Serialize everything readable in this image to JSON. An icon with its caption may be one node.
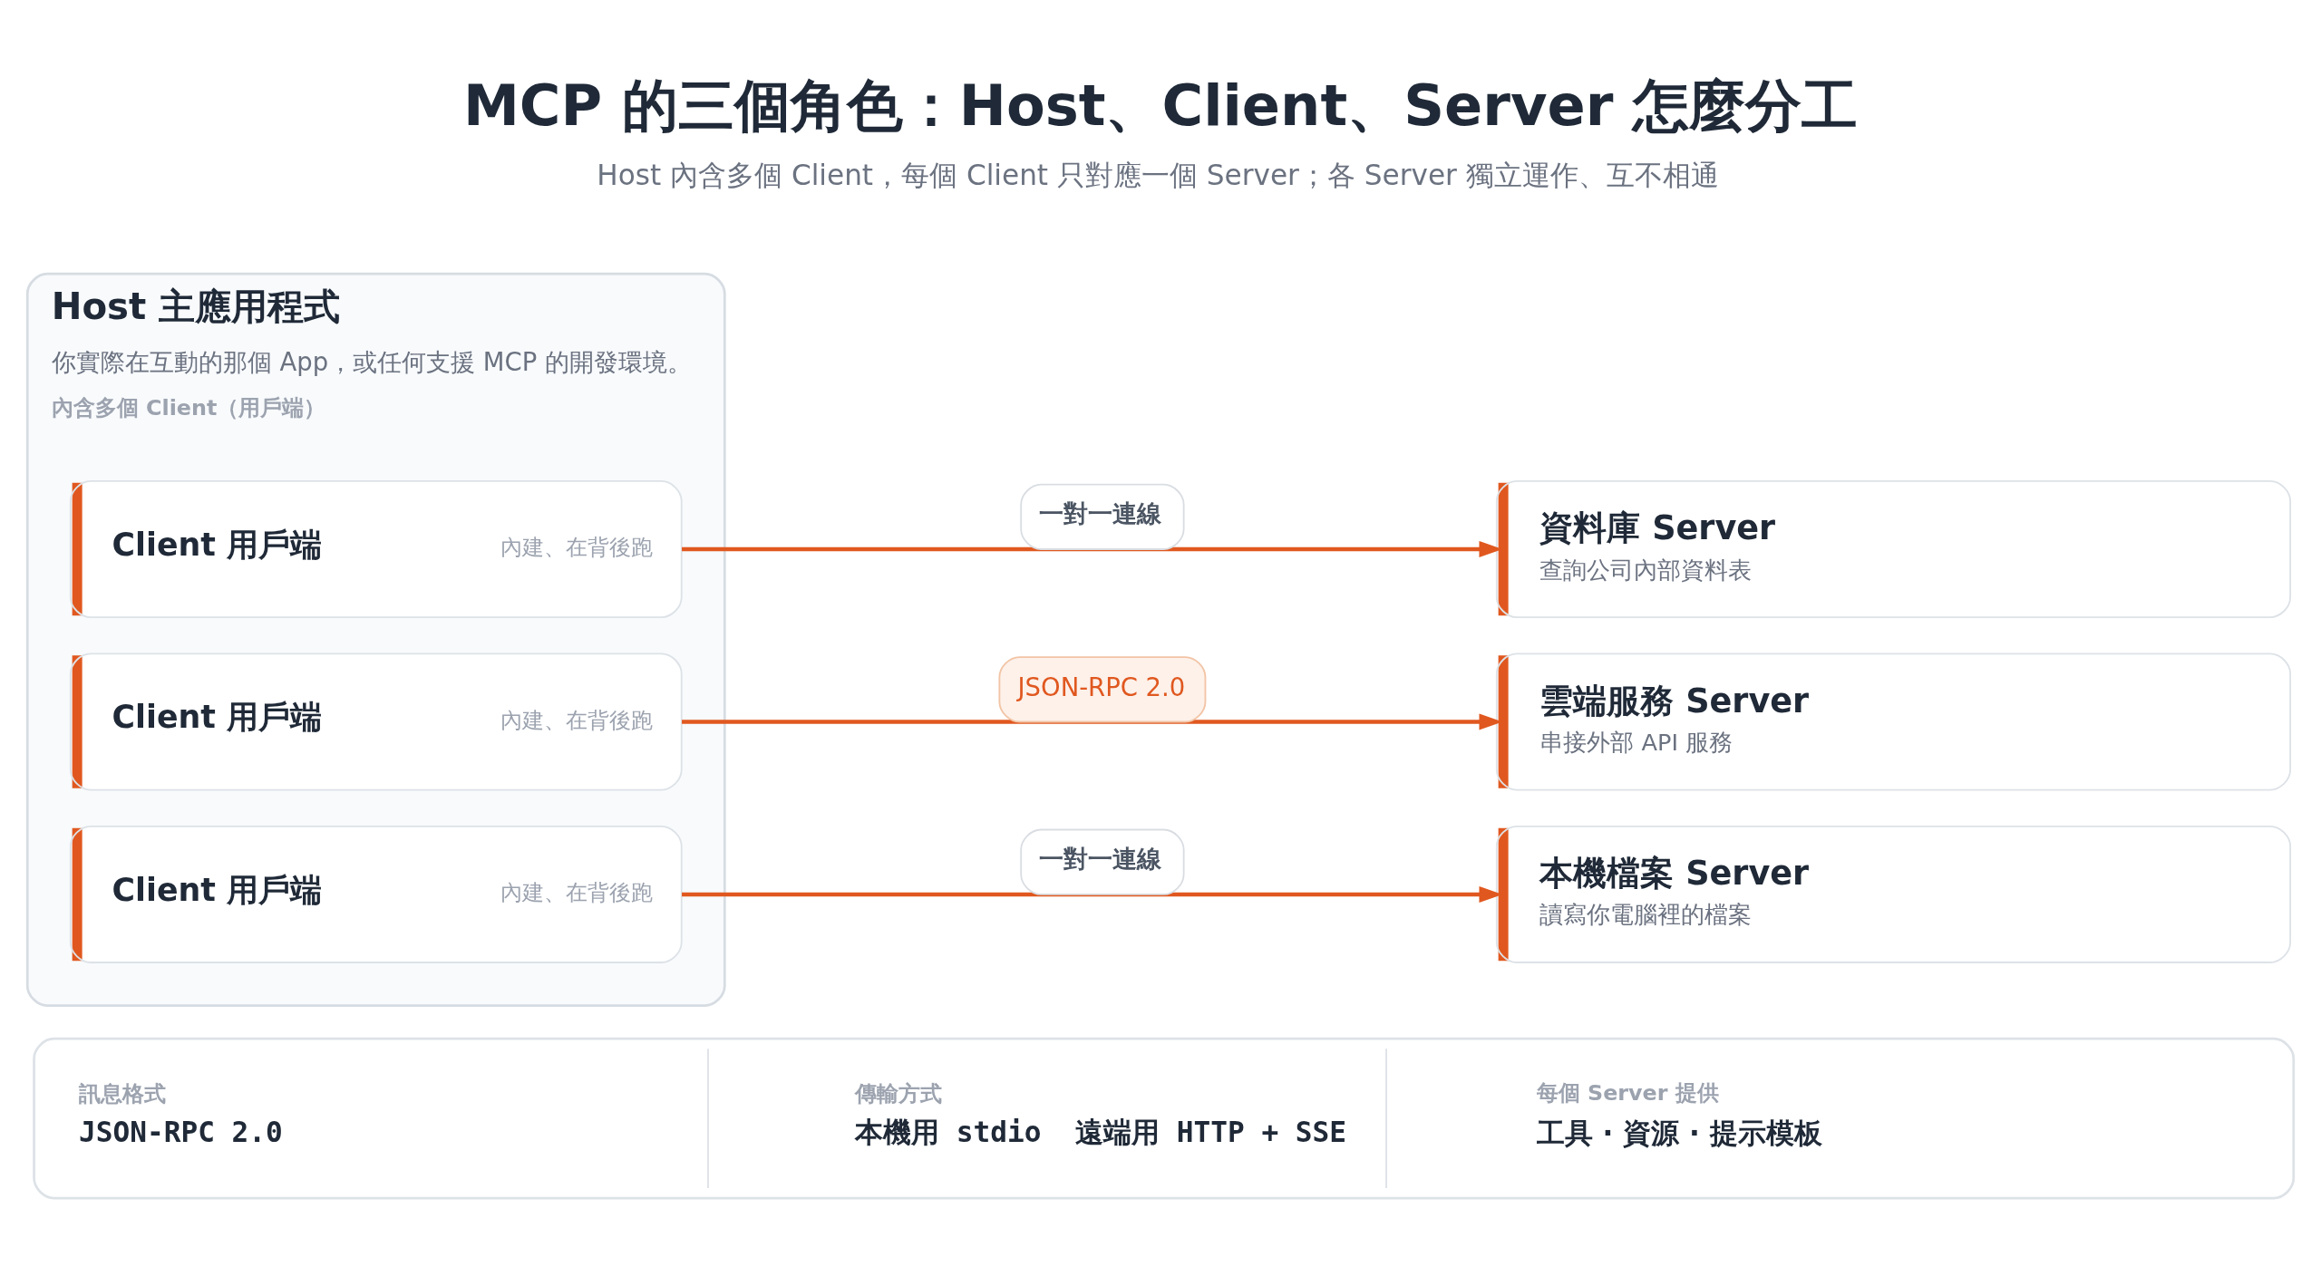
{
  "diagram": {
    "title": "MCP 的三個角色：Host、Client、Server 怎麼分工",
    "caption": "Host 內含多個 Client，每個 Client 只對應一個 Server；各 Server 獨立運作、互不相通",
    "nodes": [
      {
        "text": [
          "Host 主應用程式",
          "你實際在互動的那個 App，或任何支援 MCP 的開發環境。",
          "內含多個 Client（用戶端）"
        ]
      },
      {
        "text": [
          "Client 用戶端",
          "內建、在背後跑"
        ],
        "in": 0
      },
      {
        "text": [
          "Client 用戶端",
          "內建、在背後跑"
        ],
        "in": 0
      },
      {
        "text": [
          "Client 用戶端",
          "內建、在背後跑"
        ],
        "in": 0
      },
      {
        "text": [
          "資料庫 Server",
          "查詢公司內部資料表"
        ]
      },
      {
        "text": [
          "雲端服務 Server",
          "串接外部 API 服務"
        ]
      },
      {
        "text": [
          "本機檔案 Server",
          "讀寫你電腦裡的檔案"
        ]
      },
      {
        "text": [],
        "shape": "box"
      },
      {
        "text": [
          "訊息格式",
          "JSON-RPC 2.0"
        ],
        "in": 7
      },
      {
        "text": [
          "傳輸方式",
          "本機用 stdio  遠端用 HTTP + SSE"
        ],
        "in": 7
      },
      {
        "text": [
          "每個 Server 提供",
          "工具 · 資源 · 提示模板"
        ],
        "in": 7
      }
    ],
    "edges": [
      {
        "from": 1,
        "to": 4,
        "arrow": "to",
        "label": "一對一連線"
      },
      {
        "from": 2,
        "to": 5,
        "arrow": "to",
        "label": "JSON-RPC 2.0"
      },
      {
        "from": 3,
        "to": 6,
        "arrow": "to",
        "label": "一對一連線"
      }
    ]
  }
}
